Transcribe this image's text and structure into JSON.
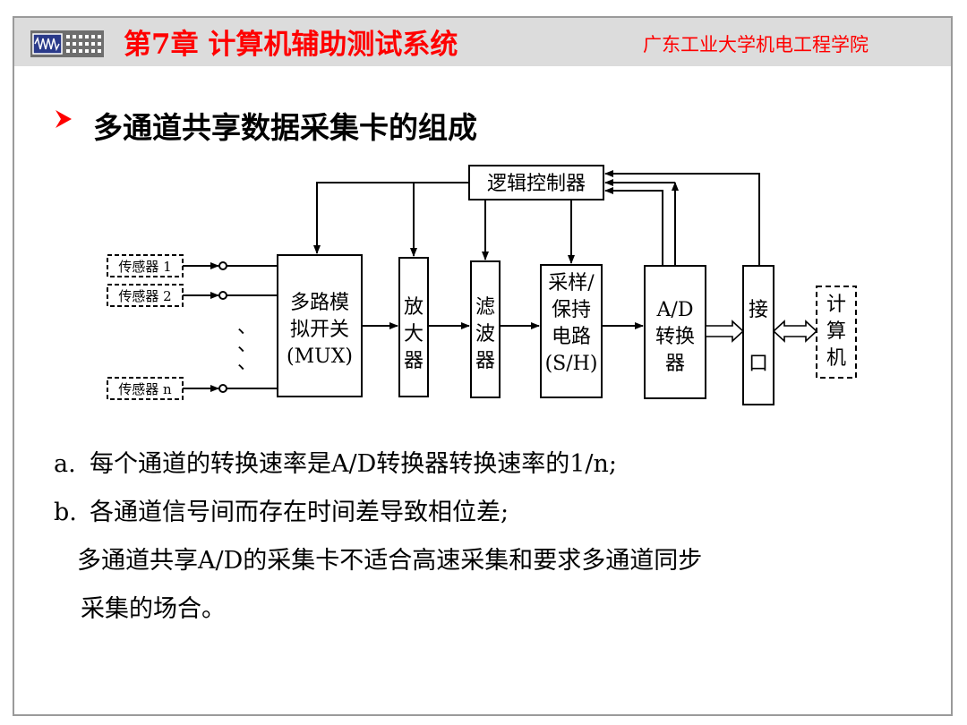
{
  "header": {
    "chapter_title": "第7章 计算机辅助测试系统",
    "institution": "广东工业大学机电工程学院",
    "logo_icon": "oscilloscope-icon",
    "accent_color": "#ff0000"
  },
  "section": {
    "bullet_icon": "triangle-bullet-icon",
    "title": "多通道共享数据采集卡的组成"
  },
  "diagram": {
    "controller": "逻辑控制器",
    "sensors": [
      "传感器 1",
      "传感器 2",
      "传感器 n"
    ],
    "ellipsis": "、",
    "mux": [
      "多路模",
      "拟开关",
      "(MUX)"
    ],
    "amplifier": [
      "放",
      "大",
      "器"
    ],
    "filter": [
      "滤",
      "波",
      "器"
    ],
    "sample_hold": [
      "采样/",
      "保持",
      "电路",
      "(S/H)"
    ],
    "adc": [
      "A/D",
      "转换",
      "器"
    ],
    "interface": [
      "接",
      "口"
    ],
    "computer": [
      "计",
      "算",
      "机"
    ]
  },
  "notes": [
    {
      "marker": "a.",
      "text": "每个通道的转换速率是A/D转换器转换速率的1/n;"
    },
    {
      "marker": "b.",
      "text": "各通道信号间而存在时间差导致相位差;"
    }
  ],
  "conclusion": [
    "多通道共享A/D的采集卡不适合高速采集和要求多通道同步",
    "采集的场合。"
  ]
}
